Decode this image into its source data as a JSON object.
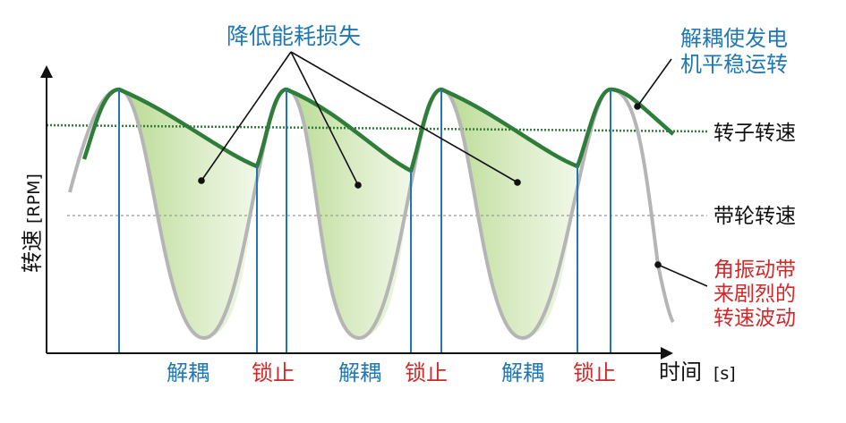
{
  "chart_data": {
    "type": "line",
    "annotations": {
      "energy_loss": "降低能耗损失",
      "decouple_smooth": [
        "解耦使发电",
        "机平稳运转"
      ],
      "rotor_speed": "转子转速",
      "belt_speed": "带轮转速",
      "oscillation": [
        "角振动带",
        "来剧烈的",
        "转速波动"
      ]
    },
    "ylabel": "转速",
    "ylabel_unit": "[RPM]",
    "xlabel": "时间",
    "xlabel_unit": "[s]",
    "phase_labels": [
      {
        "text": "解耦",
        "kind": "decouple"
      },
      {
        "text": "锁止",
        "kind": "lock"
      },
      {
        "text": "解耦",
        "kind": "decouple"
      },
      {
        "text": "锁止",
        "kind": "lock"
      },
      {
        "text": "解耦",
        "kind": "decouple"
      },
      {
        "text": "锁止",
        "kind": "lock"
      }
    ],
    "colors": {
      "rotor": "#2e7d3a",
      "belt": "#b0b0b0",
      "fill": "#b9d98a",
      "marker": "#1f78b4",
      "decouple": "#1f78b4",
      "lock": "#d62728",
      "reference": "#2e7d3a"
    }
  }
}
